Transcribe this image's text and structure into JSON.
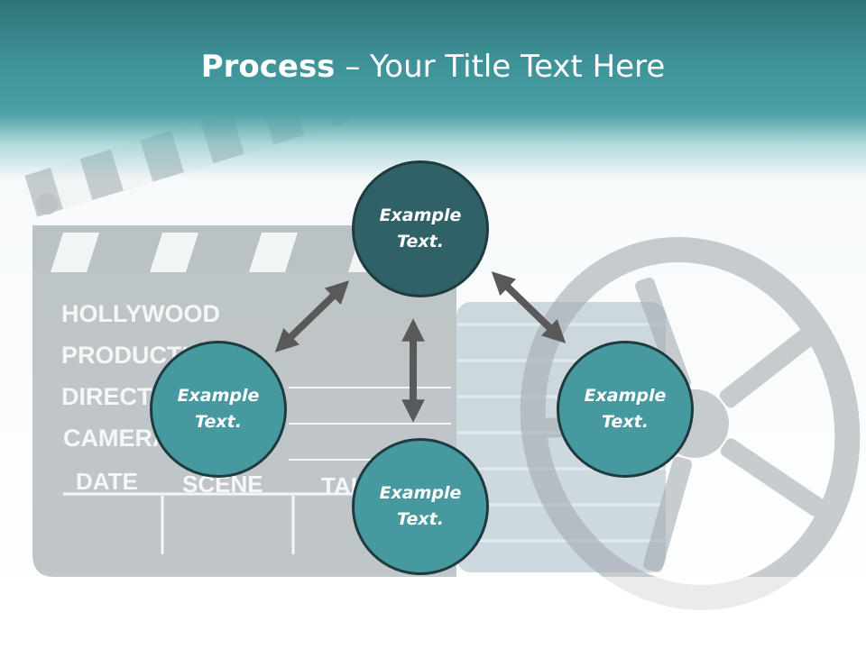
{
  "slide": {
    "title_bold": "Process",
    "title_rest": " – Your Title Text Here"
  },
  "clapperboard": {
    "labels": [
      "HOLLYWOOD",
      "PRODUCTION",
      "DIRECTOR",
      "CAMERA",
      "DATE",
      "SCENE",
      "TAKE"
    ]
  },
  "nodes": [
    {
      "line1": "Example",
      "line2": "Text.",
      "style": "dark"
    },
    {
      "line1": "Example",
      "line2": "Text.",
      "style": "teal"
    },
    {
      "line1": "Example",
      "line2": "Text.",
      "style": "teal"
    },
    {
      "line1": "Example",
      "line2": "Text.",
      "style": "teal"
    }
  ],
  "colors": {
    "header": "#3e9399",
    "node_dark": "#2f6166",
    "node_teal": "#46999e",
    "arrow": "#595959"
  }
}
